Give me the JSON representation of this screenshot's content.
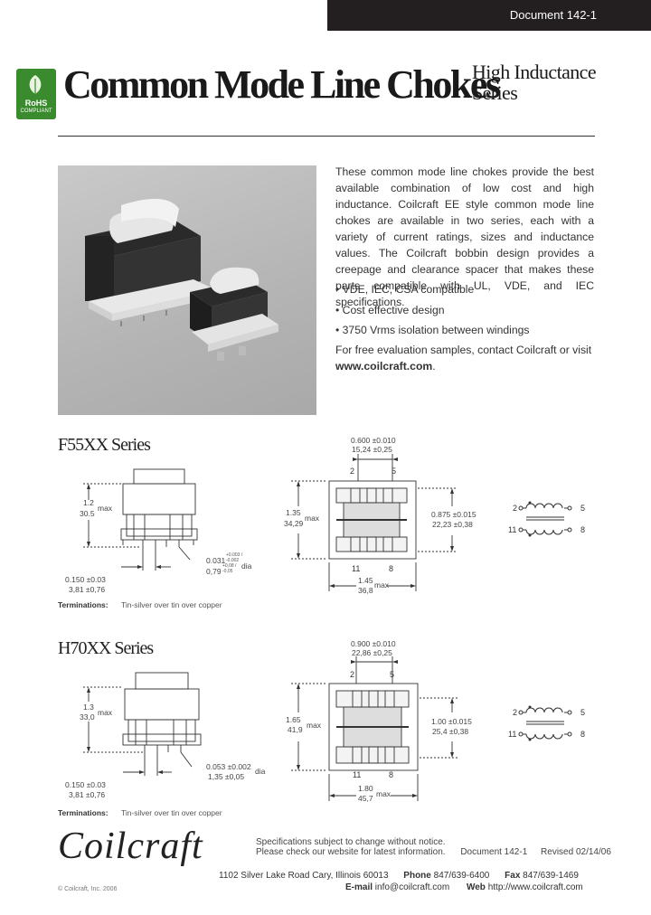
{
  "document_label": "Document 142-1",
  "rohs": {
    "line1": "RoHS",
    "line2": "COMPLIANT"
  },
  "title": "Common Mode Line Chokes",
  "subtitle": {
    "line1": "High Inductance",
    "line2": "Series"
  },
  "intro": "These common mode line chokes provide the best available combination of low cost and high inductance. Coilcraft EE style common mode line chokes are available in two series, each with a variety of current ratings, sizes and inductance values. The Coilcraft bobbin design provides a creepage and clearance spacer that makes these parts compatible with UL, VDE, and IEC specifications.",
  "bullets": [
    "• VDE, IEC, CSA compatible",
    "• Cost effective design",
    "• 3750 Vrms isolation between windings"
  ],
  "contact": {
    "text": "For free evaluation samples, contact Coilcraft or visit",
    "url": "www.coilcraft.com",
    "period": "."
  },
  "f55": {
    "name": "F55XX Series",
    "height_in": "1.2",
    "height_mm": "30.5",
    "max": "max",
    "pitch_in": "0.150 ±0.03",
    "pitch_mm": "3,81 ±0,76",
    "dia_in": "0.031",
    "dia_in_tol": "+0.003 / -0.002",
    "dia_mm": "0,79",
    "dia_mm_tol": "+0,08 / -0,05",
    "dia": "dia",
    "top_in": "0.600 ±0.010",
    "top_mm": "15,24 ±0,25",
    "side_in": "1.35",
    "side_mm": "34,29",
    "bottom_in": "1.45",
    "bottom_mm": "36,8",
    "right_in": "0.875 ±0.015",
    "right_mm": "22,23 ±0,38",
    "pins": {
      "tl": "2",
      "tr": "5",
      "bl": "11",
      "br": "8"
    },
    "term_label": "Terminations:",
    "term_text": "Tin-silver over tin over copper"
  },
  "h70": {
    "name": "H70XX Series",
    "height_in": "1.3",
    "height_mm": "33,0",
    "max": "max",
    "pitch_in": "0.150 ±0.03",
    "pitch_mm": "3,81 ±0,76",
    "dia_in": "0.053 ±0.002",
    "dia_mm": "1,35 ±0,05",
    "dia": "dia",
    "top_in": "0.900 ±0.010",
    "top_mm": "22,86 ±0,25",
    "side_in": "1.65",
    "side_mm": "41,9",
    "bottom_in": "1.80",
    "bottom_mm": "45,7",
    "right_in": "1.00 ±0.015",
    "right_mm": "25,4 ±0,38",
    "pins": {
      "tl": "2",
      "tr": "5",
      "bl": "11",
      "br": "8"
    },
    "term_label": "Terminations:",
    "term_text": "Tin-silver over tin over copper"
  },
  "footer": {
    "logo": "Coilcraft",
    "spec_line1": "Specifications subject to change without notice.",
    "spec_line2": "Please check our website for latest information.",
    "doc": "Document 142-1",
    "revised": "Revised 02/14/06",
    "address": "1102 Silver Lake Road   Cary, Illinois 60013",
    "phone_label": "Phone",
    "phone": "847/639-6400",
    "fax_label": "Fax",
    "fax": "847/639-1469",
    "email_label": "E-mail",
    "email": "info@coilcraft.com",
    "web_label": "Web",
    "web": "http://www.coilcraft.com",
    "copyright": "© Coilcraft, Inc. 2006"
  }
}
